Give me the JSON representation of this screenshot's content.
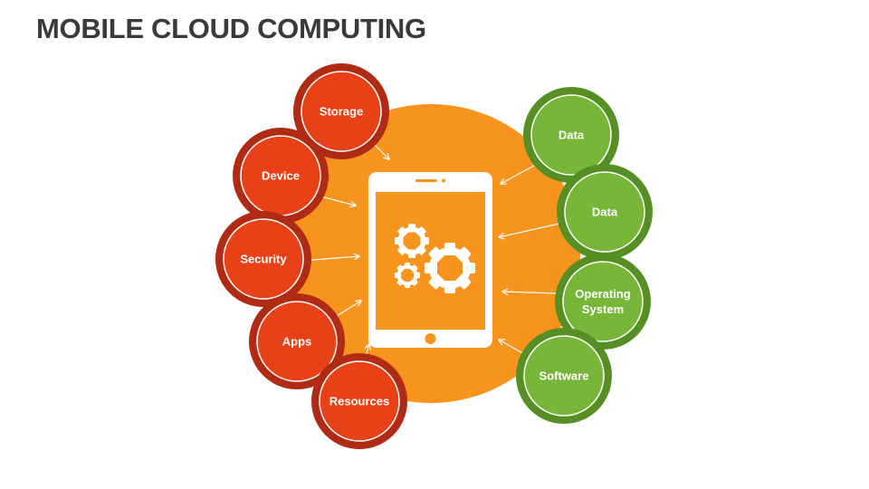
{
  "title": "MOBILE CLOUD COMPUTING",
  "colors": {
    "hub": "#F7941D",
    "left_outer": "#B02A14",
    "left_inner": "#E84117",
    "right_outer": "#569024",
    "right_inner": "#78B63A",
    "device": "#ffffff",
    "screen": "#F7941D"
  },
  "left_nodes": [
    {
      "label": "Storage"
    },
    {
      "label": "Device"
    },
    {
      "label": "Security"
    },
    {
      "label": "Apps"
    },
    {
      "label": "Resources"
    }
  ],
  "right_nodes": [
    {
      "label": "Data"
    },
    {
      "label": "Data"
    },
    {
      "label": "Operating System"
    },
    {
      "label": "Software"
    }
  ],
  "center": {
    "icon": "gears-icon",
    "device": "tablet-icon"
  }
}
